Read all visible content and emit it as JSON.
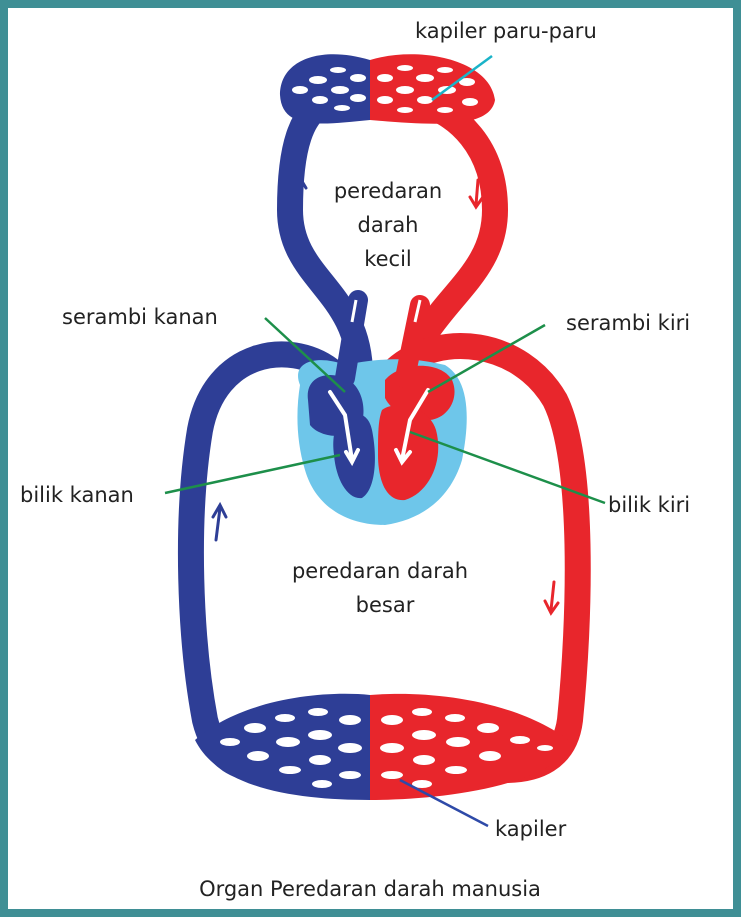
{
  "colors": {
    "frame": "#3f8f95",
    "artery": "#e8262c",
    "vein": "#2e3e96",
    "heart_outer": "#6ec6ea",
    "pointer_green": "#1d8f4a",
    "pointer_cyan": "#1ab3c8",
    "pointer_blue": "#2e4aa8"
  },
  "labels": {
    "lung_capillaries": "kapiler paru-paru",
    "small_circulation_1": "peredaran",
    "small_circulation_2": "darah",
    "small_circulation_3": "kecil",
    "right_atrium": "serambi kanan",
    "left_atrium": "serambi kiri",
    "right_ventricle": "bilik kanan",
    "left_ventricle": "bilik kiri",
    "large_circulation_1": "peredaran darah",
    "large_circulation_2": "besar",
    "body_capillaries": "kapiler"
  },
  "caption": "Organ Peredaran darah manusia"
}
